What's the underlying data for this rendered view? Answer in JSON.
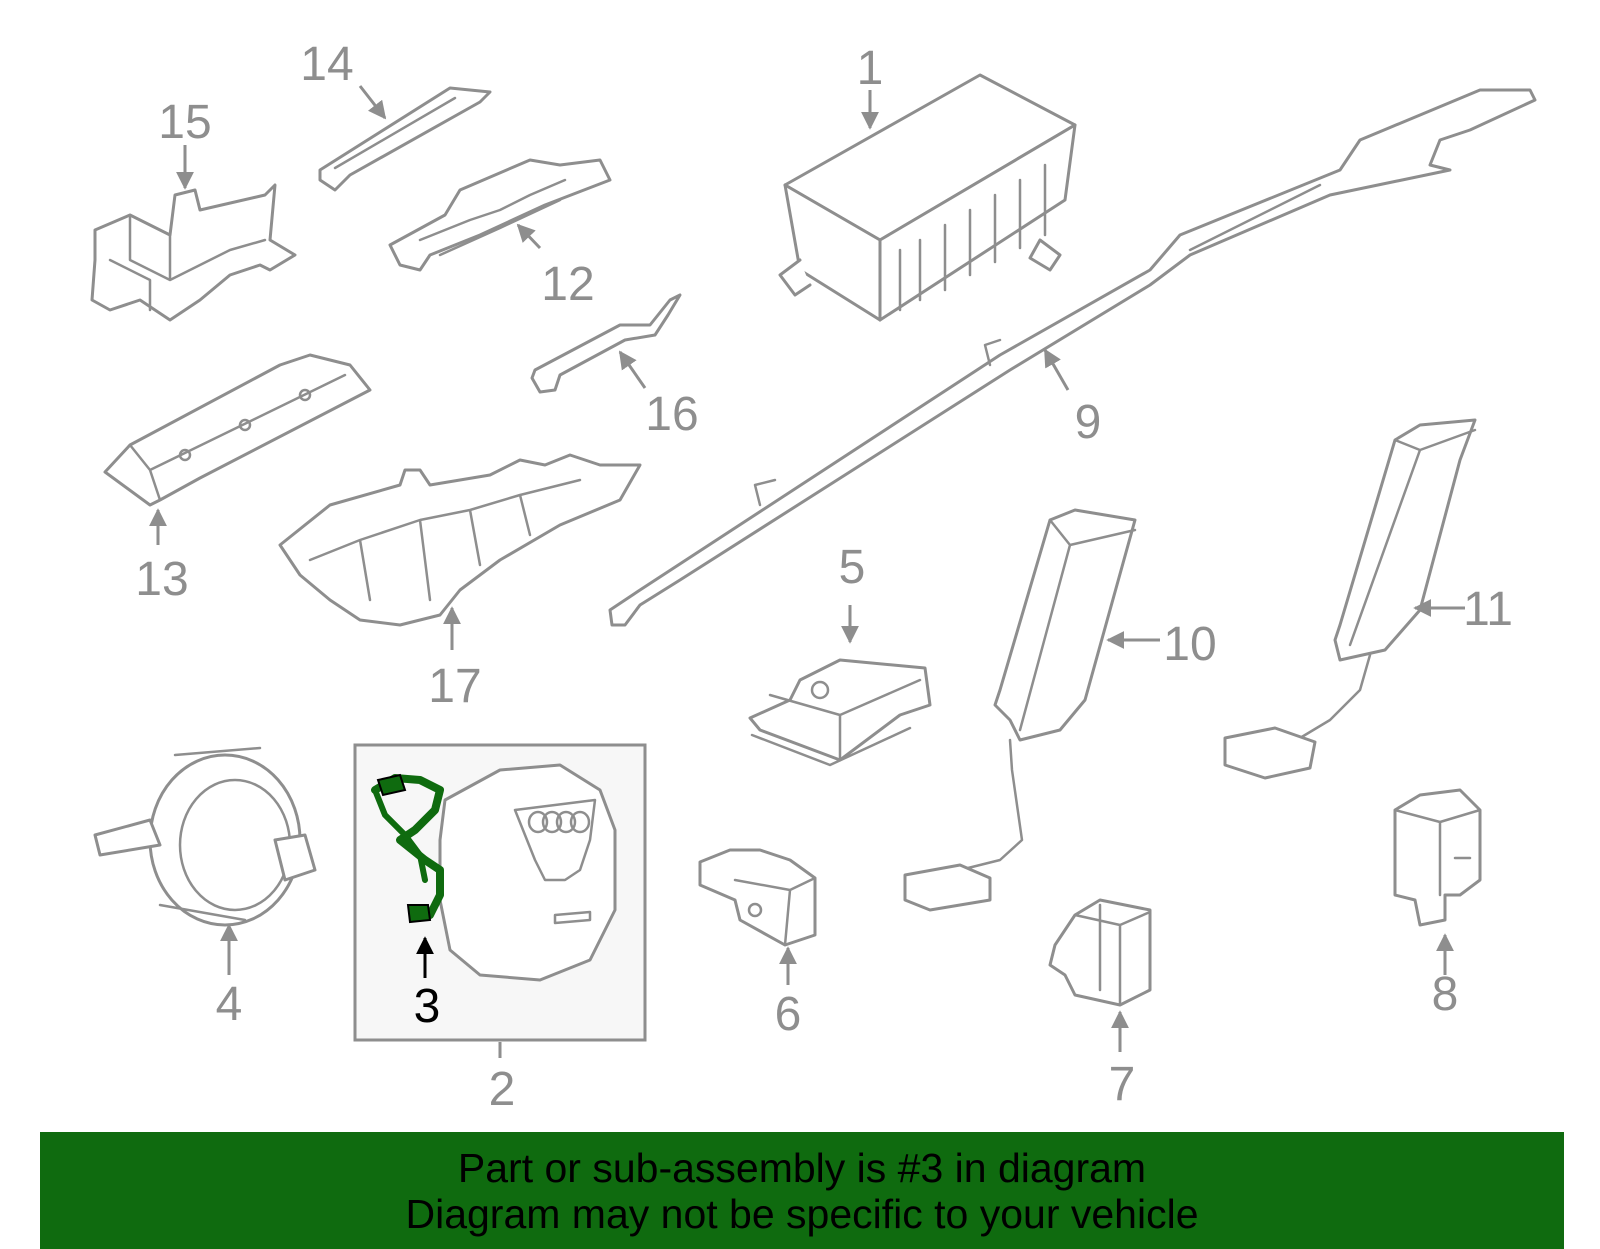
{
  "diagram": {
    "highlight_color": "#0f6b0f",
    "part_color": "#8e8e8e",
    "callouts": {
      "c1": "1",
      "c2": "2",
      "c3": "3",
      "c4": "4",
      "c5": "5",
      "c6": "6",
      "c7": "7",
      "c8": "8",
      "c9": "9",
      "c10": "10",
      "c11": "11",
      "c12": "12",
      "c13": "13",
      "c14": "14",
      "c15": "15",
      "c16": "16",
      "c17": "17"
    },
    "highlighted_part": "3"
  },
  "banner": {
    "line1": "Part or sub-assembly is #3 in diagram",
    "line2": "Diagram may not be specific to your vehicle",
    "color": "#0f6b0f"
  }
}
